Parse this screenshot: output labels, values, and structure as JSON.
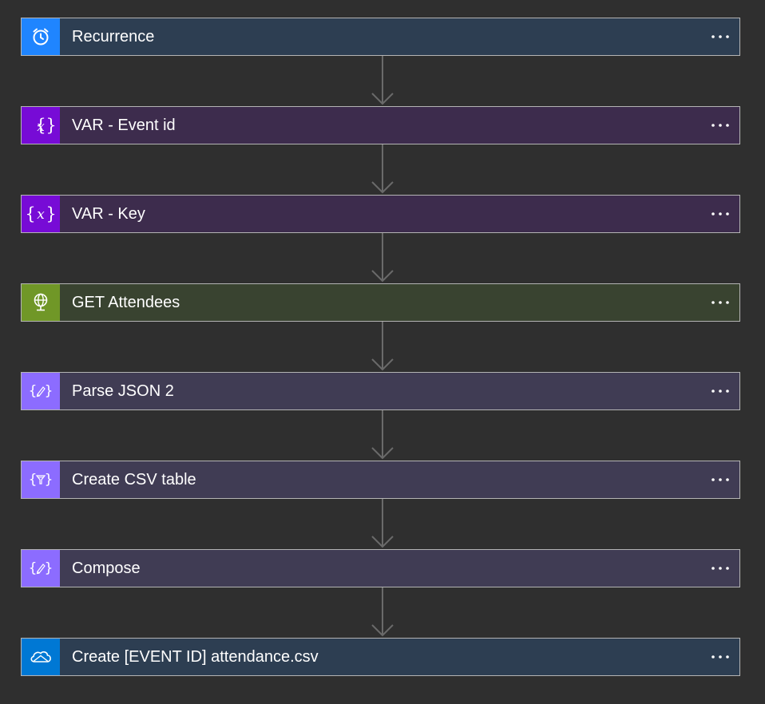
{
  "flow": {
    "steps": [
      {
        "label": "Recurrence",
        "icon": "alarm-clock-icon",
        "icon_bg": "#1f85ff",
        "card_bg": "#2d3e52"
      },
      {
        "label": "VAR - Event id",
        "icon": "variable-icon",
        "icon_bg": "#770bd6",
        "card_bg": "#3d2c4d"
      },
      {
        "label": "VAR - Key",
        "icon": "variable-icon",
        "icon_bg": "#770bd6",
        "card_bg": "#3d2c4d"
      },
      {
        "label": "GET Attendees",
        "icon": "globe-http-icon",
        "icon_bg": "#709727",
        "card_bg": "#394330"
      },
      {
        "label": "Parse JSON 2",
        "icon": "data-operation-icon",
        "icon_bg": "#8c6cff",
        "card_bg": "#403c54"
      },
      {
        "label": "Create CSV table",
        "icon": "data-filter-icon",
        "icon_bg": "#8c6cff",
        "card_bg": "#403c54"
      },
      {
        "label": "Compose",
        "icon": "data-operation-icon",
        "icon_bg": "#8c6cff",
        "card_bg": "#403c54"
      },
      {
        "label": "Create [EVENT ID] attendance.csv",
        "icon": "onedrive-cloud-icon",
        "icon_bg": "#0078d4",
        "card_bg": "#2d3e52"
      }
    ]
  }
}
